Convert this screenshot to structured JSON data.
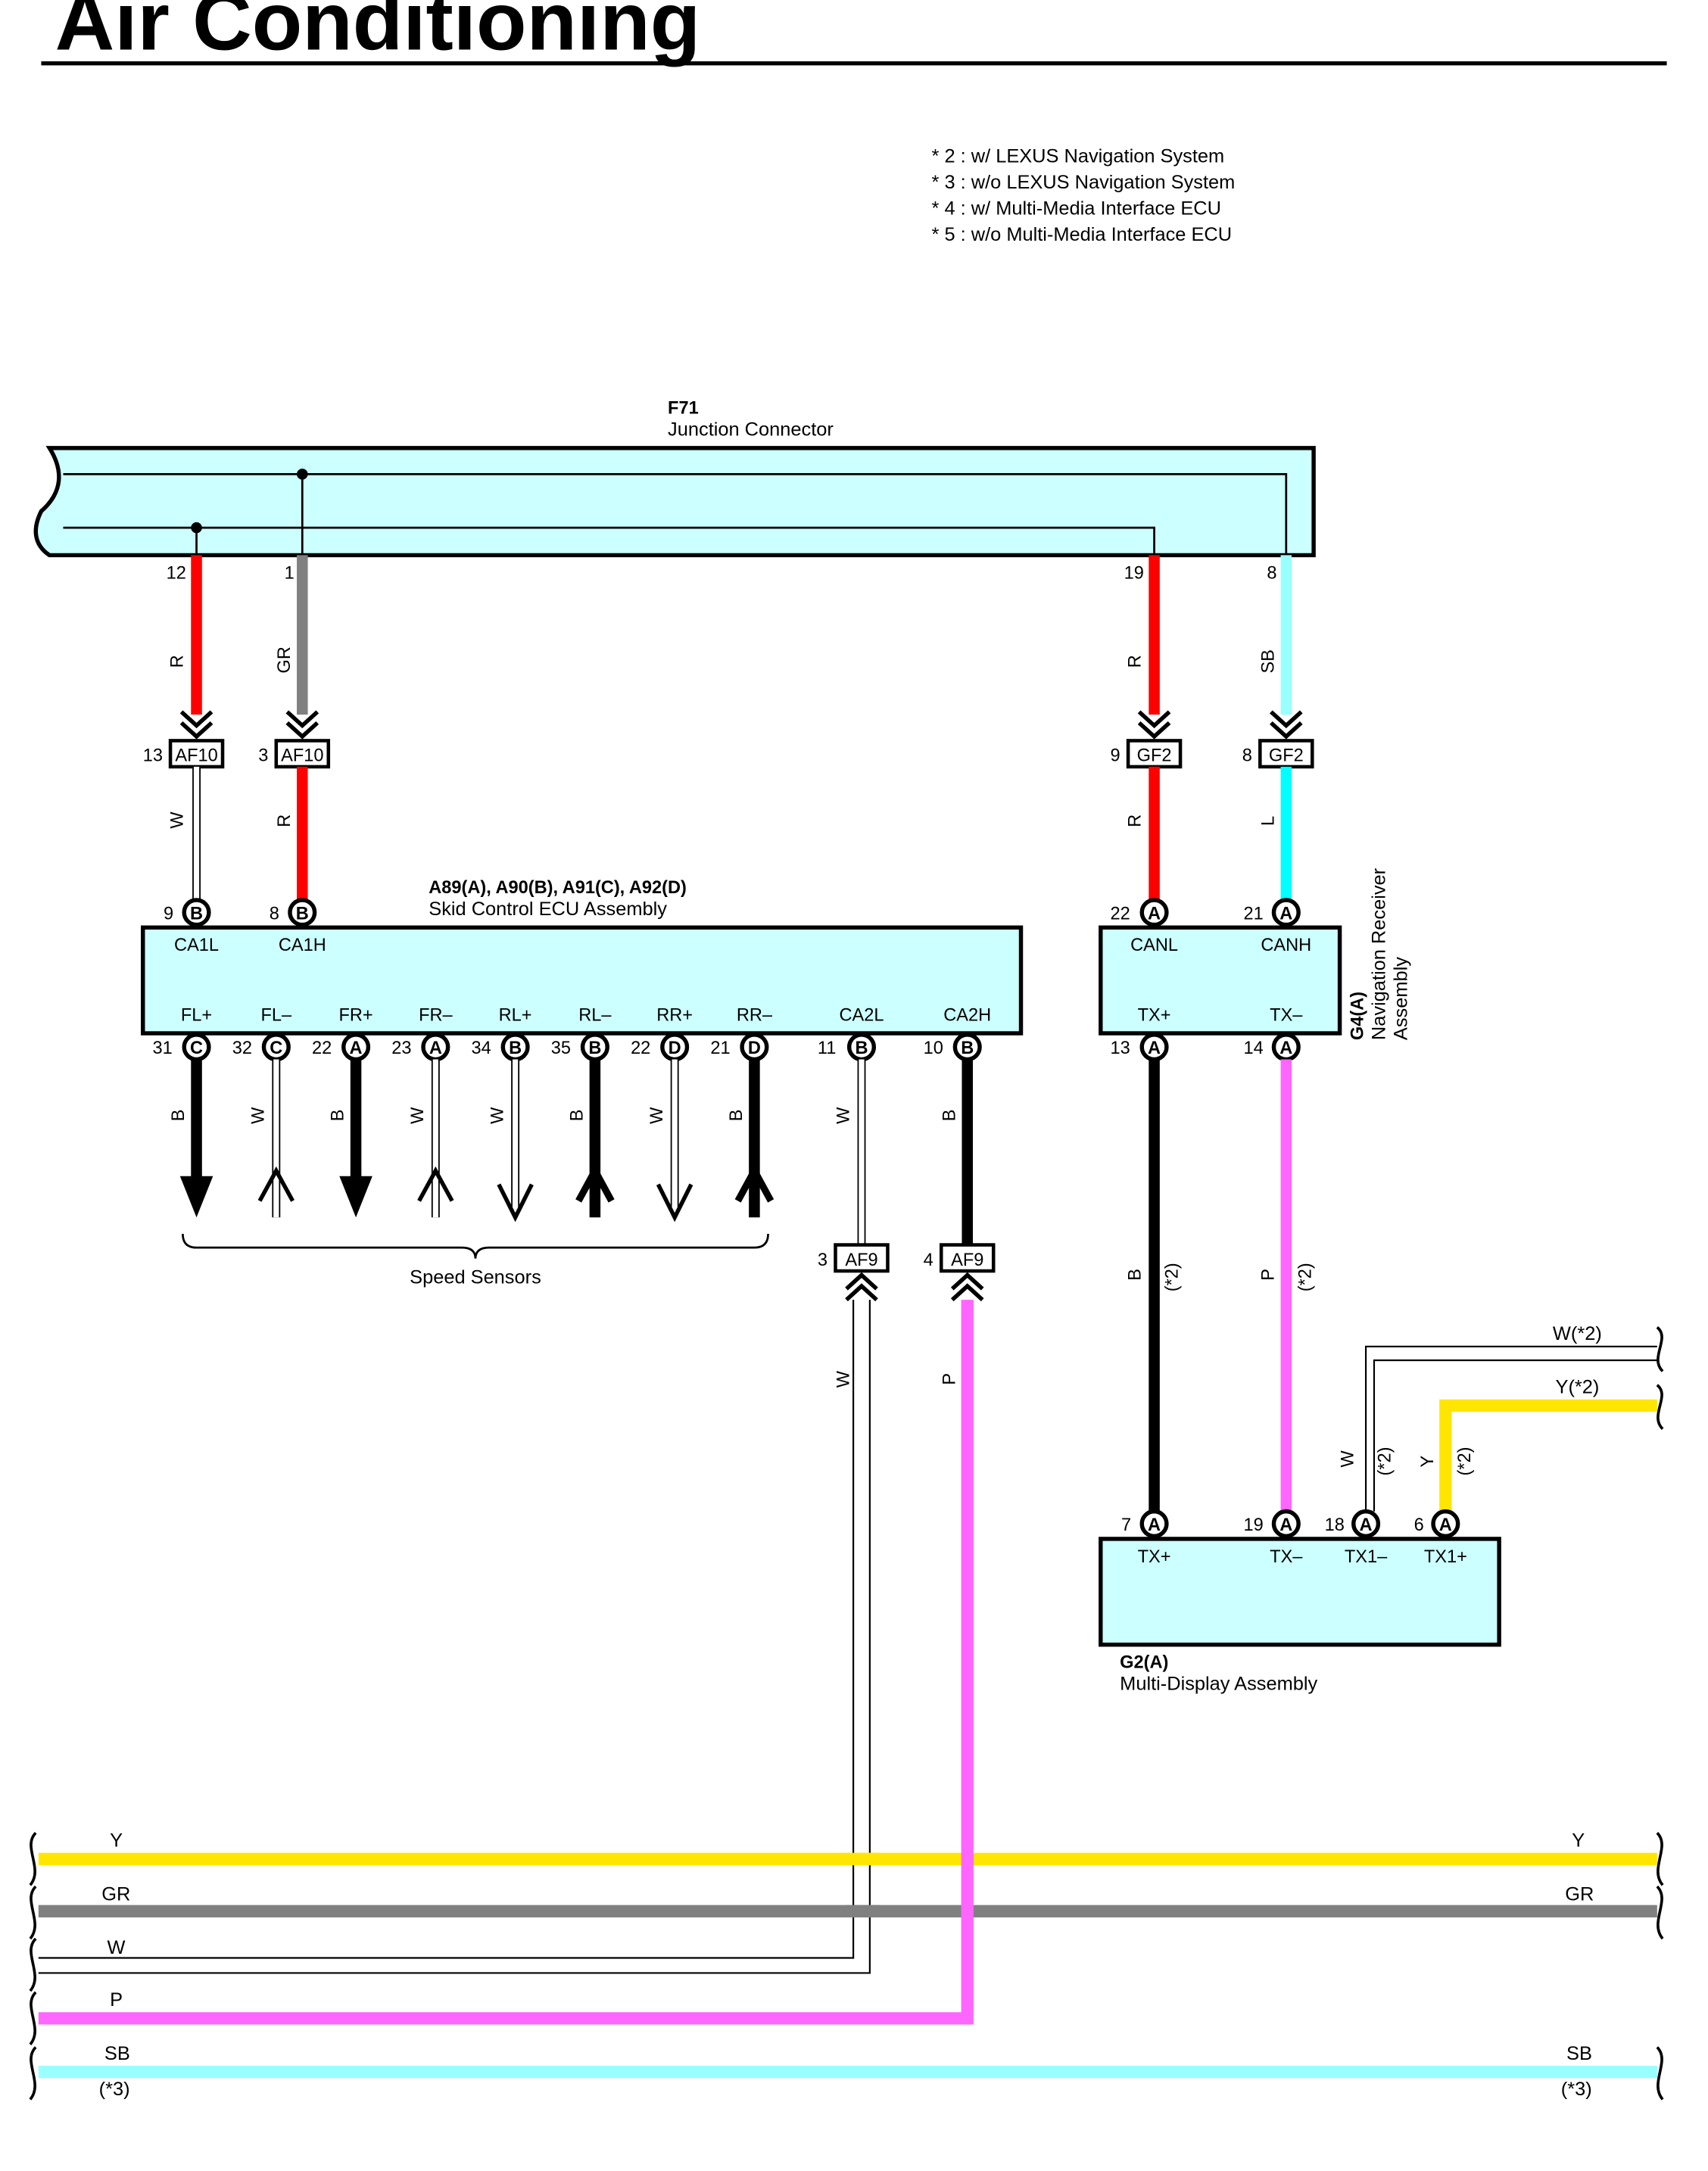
{
  "title": "Air Conditioning",
  "notes": [
    "* 2 : w/ LEXUS Navigation System",
    "* 3 : w/o LEXUS Navigation System",
    "* 4 : w/ Multi-Media Interface ECU",
    "* 5 : w/o Multi-Media Interface ECU"
  ],
  "components": {
    "f71": {
      "code": "F71",
      "name": "Junction Connector"
    },
    "skid": {
      "code": "A89(A), A90(B), A91(C), A92(D)",
      "name": "Skid Control ECU Assembly"
    },
    "nav": {
      "code": "G4(A)",
      "name_line1": "Navigation Receiver",
      "name_line2": "Assembly"
    },
    "mda": {
      "code": "G2(A)",
      "name": "Multi-Display Assembly"
    }
  },
  "f71_pins": [
    "12",
    "1",
    "19",
    "8"
  ],
  "connectors": {
    "af10_left": {
      "pin": "13",
      "label": "AF10"
    },
    "af10_right": {
      "pin": "3",
      "label": "AF10"
    },
    "gf2_left": {
      "pin": "9",
      "label": "GF2"
    },
    "gf2_right": {
      "pin": "8",
      "label": "GF2"
    },
    "af9_left": {
      "pin": "3",
      "label": "AF9"
    },
    "af9_right": {
      "pin": "4",
      "label": "AF9"
    }
  },
  "skid_top_pins": [
    {
      "pin": "9",
      "conn": "B",
      "signal": "CA1L"
    },
    {
      "pin": "8",
      "conn": "B",
      "signal": "CA1H"
    }
  ],
  "skid_bottom_pins": [
    {
      "signal": "FL+",
      "pin": "31",
      "conn": "C",
      "wire": "B"
    },
    {
      "signal": "FL–",
      "pin": "32",
      "conn": "C",
      "wire": "W"
    },
    {
      "signal": "FR+",
      "pin": "22",
      "conn": "A",
      "wire": "B"
    },
    {
      "signal": "FR–",
      "pin": "23",
      "conn": "A",
      "wire": "W"
    },
    {
      "signal": "RL+",
      "pin": "34",
      "conn": "B",
      "wire": "W"
    },
    {
      "signal": "RL–",
      "pin": "35",
      "conn": "B",
      "wire": "B"
    },
    {
      "signal": "RR+",
      "pin": "22",
      "conn": "D",
      "wire": "W"
    },
    {
      "signal": "RR–",
      "pin": "21",
      "conn": "D",
      "wire": "B"
    },
    {
      "signal": "CA2L",
      "pin": "11",
      "conn": "B",
      "wire": "W"
    },
    {
      "signal": "CA2H",
      "pin": "10",
      "conn": "B",
      "wire": "B"
    }
  ],
  "speed_sensors": "Speed Sensors",
  "nav_top_pins": [
    {
      "pin": "22",
      "conn": "A",
      "signal": "CANL"
    },
    {
      "pin": "21",
      "conn": "A",
      "signal": "CANH"
    }
  ],
  "nav_bottom_pins": [
    {
      "signal": "TX+",
      "pin": "13",
      "conn": "A"
    },
    {
      "signal": "TX–",
      "pin": "14",
      "conn": "A"
    }
  ],
  "mda_pins": [
    {
      "pin": "7",
      "conn": "A",
      "signal": "TX+"
    },
    {
      "pin": "19",
      "conn": "A",
      "signal": "TX–"
    },
    {
      "pin": "18",
      "conn": "A",
      "signal": "TX1–"
    },
    {
      "pin": "6",
      "conn": "A",
      "signal": "TX1+"
    }
  ],
  "wire_labels": {
    "f71_12": "R",
    "f71_1": "GR",
    "f71_19": "R",
    "f71_8": "SB",
    "af10_13": "W",
    "af10_3": "R",
    "gf2_9": "R",
    "gf2_8": "L",
    "af9_3": "W",
    "af9_4": "P",
    "nav_tx_plus": "B",
    "nav_tx_minus": "P",
    "note2": "(*2)",
    "mda_18": "W",
    "mda_6": "Y",
    "right_w": "W(*2)",
    "right_y": "Y(*2)"
  },
  "bus_labels": {
    "y": "Y",
    "gr": "GR",
    "w": "W",
    "p": "P",
    "sb": "SB",
    "note3": "(*3)"
  },
  "colors": {
    "red": "#ff0000",
    "gray": "#808080",
    "skyblue": "#99ffff",
    "cyan": "#00ffff",
    "pink": "#ff66ff",
    "yellow": "#ffe600",
    "black": "#000000",
    "box": "#ccffff"
  }
}
